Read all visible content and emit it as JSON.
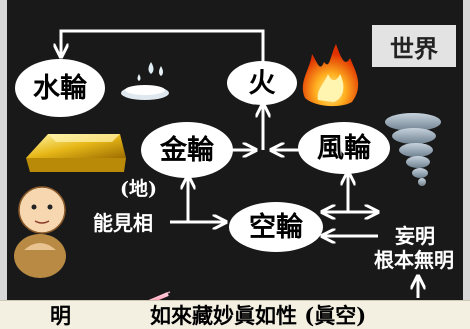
{
  "world_label": "世界",
  "nodes": {
    "water_wheel": "水輪",
    "fire": "火",
    "metal_wheel": "金輪",
    "wind_wheel": "風輪",
    "space_wheel": "空輪"
  },
  "labels": {
    "earth": "(地)",
    "perceiving_aspect": "能見相",
    "deluded_ignorance_line1": "妄明",
    "deluded_ignorance_line2": "根本無明"
  },
  "bottom_bar": {
    "left": "明",
    "main": "如來藏妙眞如性 (眞空)"
  },
  "icons": [
    "water-drop-icon",
    "fire-icon",
    "gold-bar-icon",
    "tornado-icon",
    "monk-icon",
    "red-line-icon"
  ]
}
